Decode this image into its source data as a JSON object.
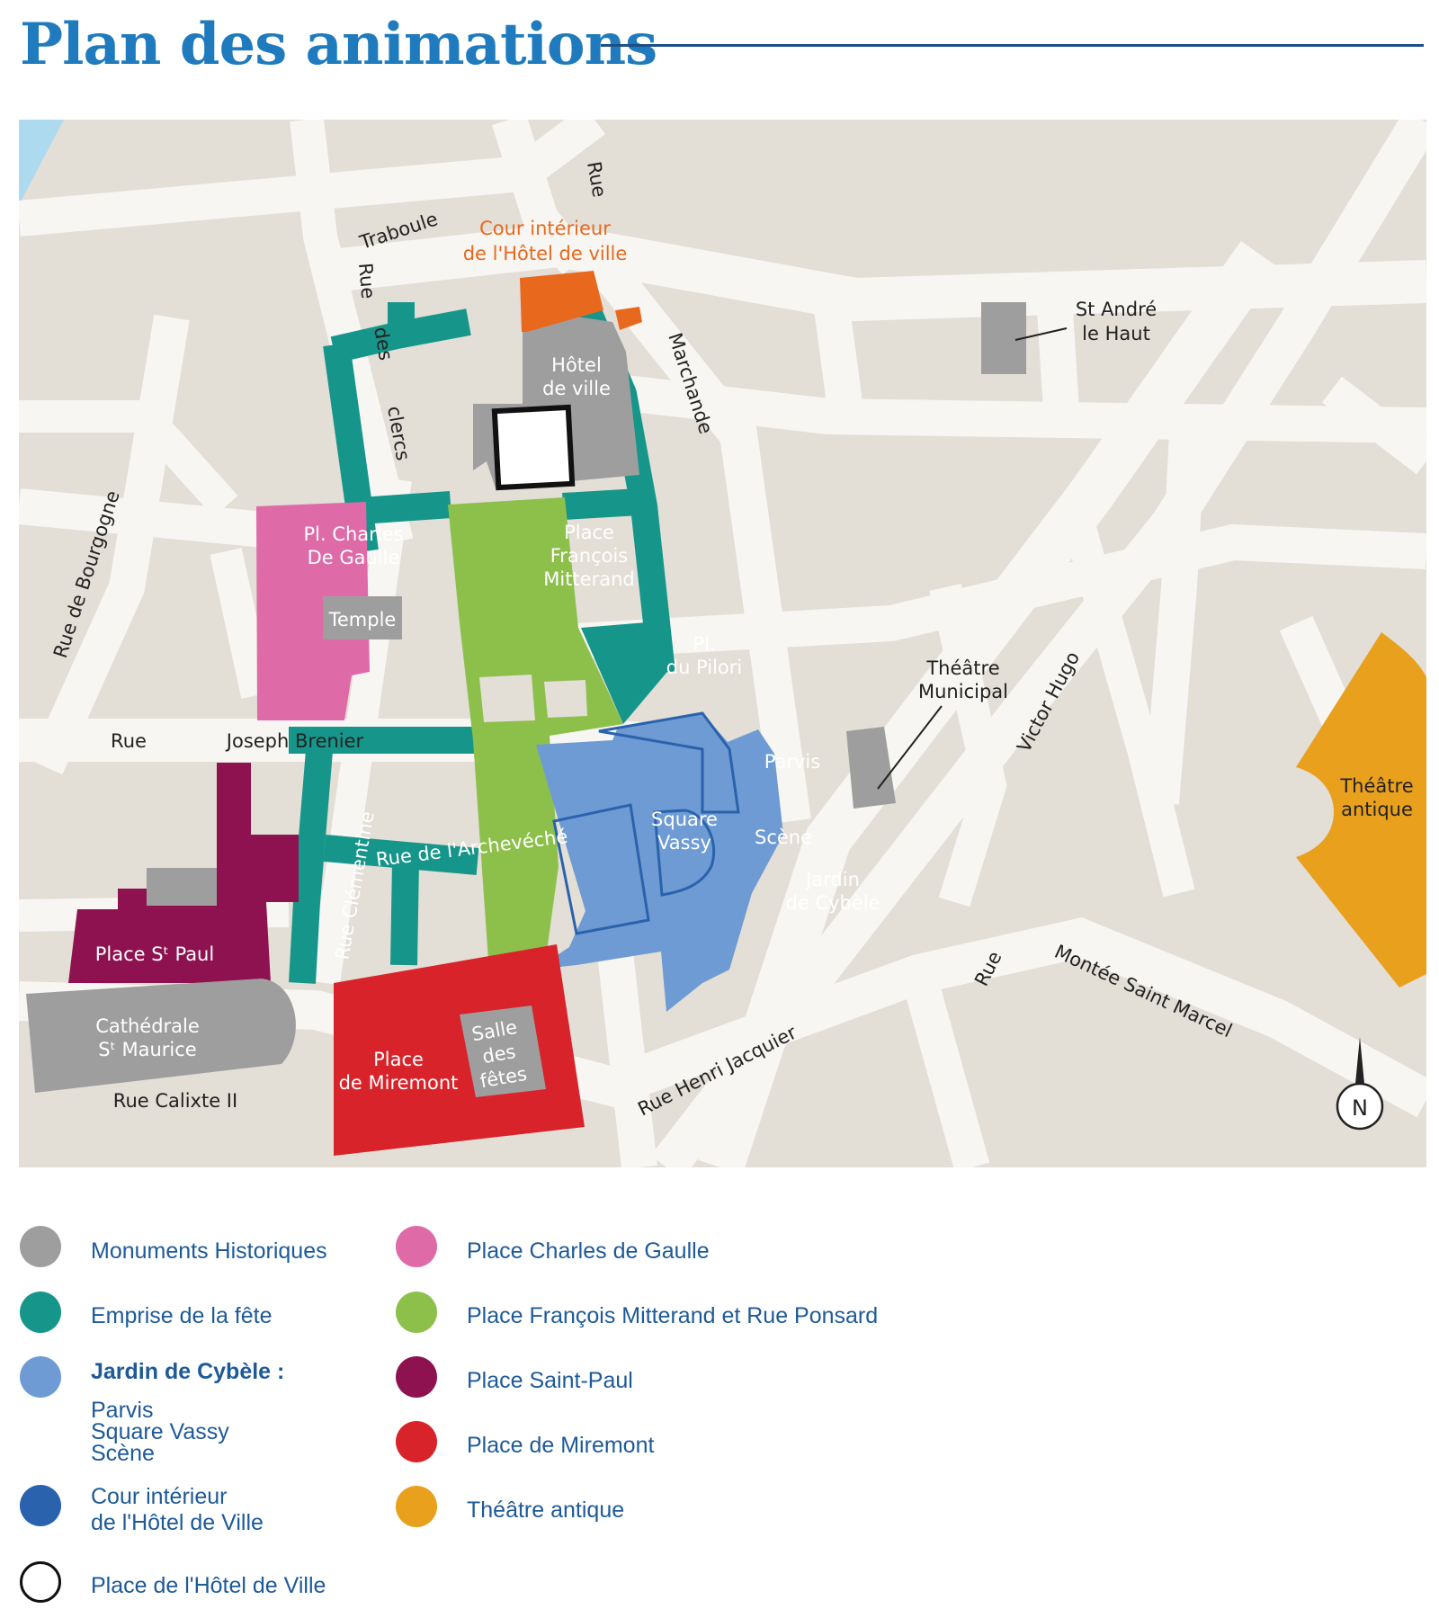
{
  "title": "Plan des animations",
  "colors": {
    "title": "#1f7bbd",
    "monuments": "#9e9e9e",
    "emprise": "#16968a",
    "cybele": "#6e9bd3",
    "cour": "#2a62ad",
    "charles": "#df6aa8",
    "mitterand": "#8cc04b",
    "saintpaul": "#8e1250",
    "miremont": "#d9232a",
    "theatre": "#e8a01d",
    "orange_label": "#e8691e"
  },
  "map": {
    "streets": {
      "rue_des_clercs_1": "Rue",
      "rue_des_clercs_2": "des",
      "rue_des_clercs_3": "clercs",
      "rue_top": "Rue",
      "traboule": "Traboule",
      "marchande": "Marchande",
      "rue_de_bourgogne": "Rue de Bourgogne",
      "rue_joseph_1": "Rue",
      "rue_joseph_2": "Joseph Brenier",
      "rue_archeveche": "Rue de l'Archevéché",
      "rue_clementine": "Rue Clémentine",
      "rue_calixte": "Rue Calixte II",
      "rue_henri": "Rue Henri Jacquier",
      "rue_victor_1": "Rue",
      "rue_victor_2": "Victor Hugo",
      "montee": "Montée Saint Marcel"
    },
    "places": {
      "cour_1": "Cour intérieur",
      "cour_2": "de l'Hôtel de ville",
      "hotel_1": "Hôtel",
      "hotel_2": "de ville",
      "st_andre_1": "St André",
      "st_andre_2": "le Haut",
      "charles_1": "Pl. Charles",
      "charles_2": "De Gaulle",
      "temple": "Temple",
      "mitterand_1": "Place",
      "mitterand_2": "François",
      "mitterand_3": "Mitterand",
      "pilori_1": "Pl.",
      "pilori_2": "du Pilori",
      "theatre_mun_1": "Théâtre",
      "theatre_mun_2": "Municipal",
      "parvis": "Parvis",
      "square_1": "Square",
      "square_2": "Vassy",
      "scene": "Scène",
      "jardin_1": "Jardin",
      "jardin_2": "de Cybèle",
      "theatre_ant_1": "Théâtre",
      "theatre_ant_2": "antique",
      "saint_paul": "Place Sᵗ Paul",
      "cathedrale_1": "Cathédrale",
      "cathedrale_2": "Sᵗ Maurice",
      "salle_1": "Salle",
      "salle_2": "des",
      "salle_3": "fêtes",
      "miremont_1": "Place",
      "miremont_2": "de Miremont"
    },
    "compass": "N"
  },
  "legend": {
    "monuments": "Monuments Historiques",
    "emprise": "Emprise de la fête",
    "cybele_title": "Jardin de Cybèle :",
    "cybele_1": "Parvis",
    "cybele_2": "Square Vassy",
    "cybele_3": "Scène",
    "cour_1": "Cour intérieur",
    "cour_2": "de l'Hôtel de Ville",
    "place_hotel": "Place de l'Hôtel de Ville",
    "charles": "Place Charles de Gaulle",
    "mitterand": "Place François Mitterand et Rue Ponsard",
    "saintpaul": "Place Saint-Paul",
    "miremont": "Place de Miremont",
    "theatre": "Théâtre antique"
  }
}
